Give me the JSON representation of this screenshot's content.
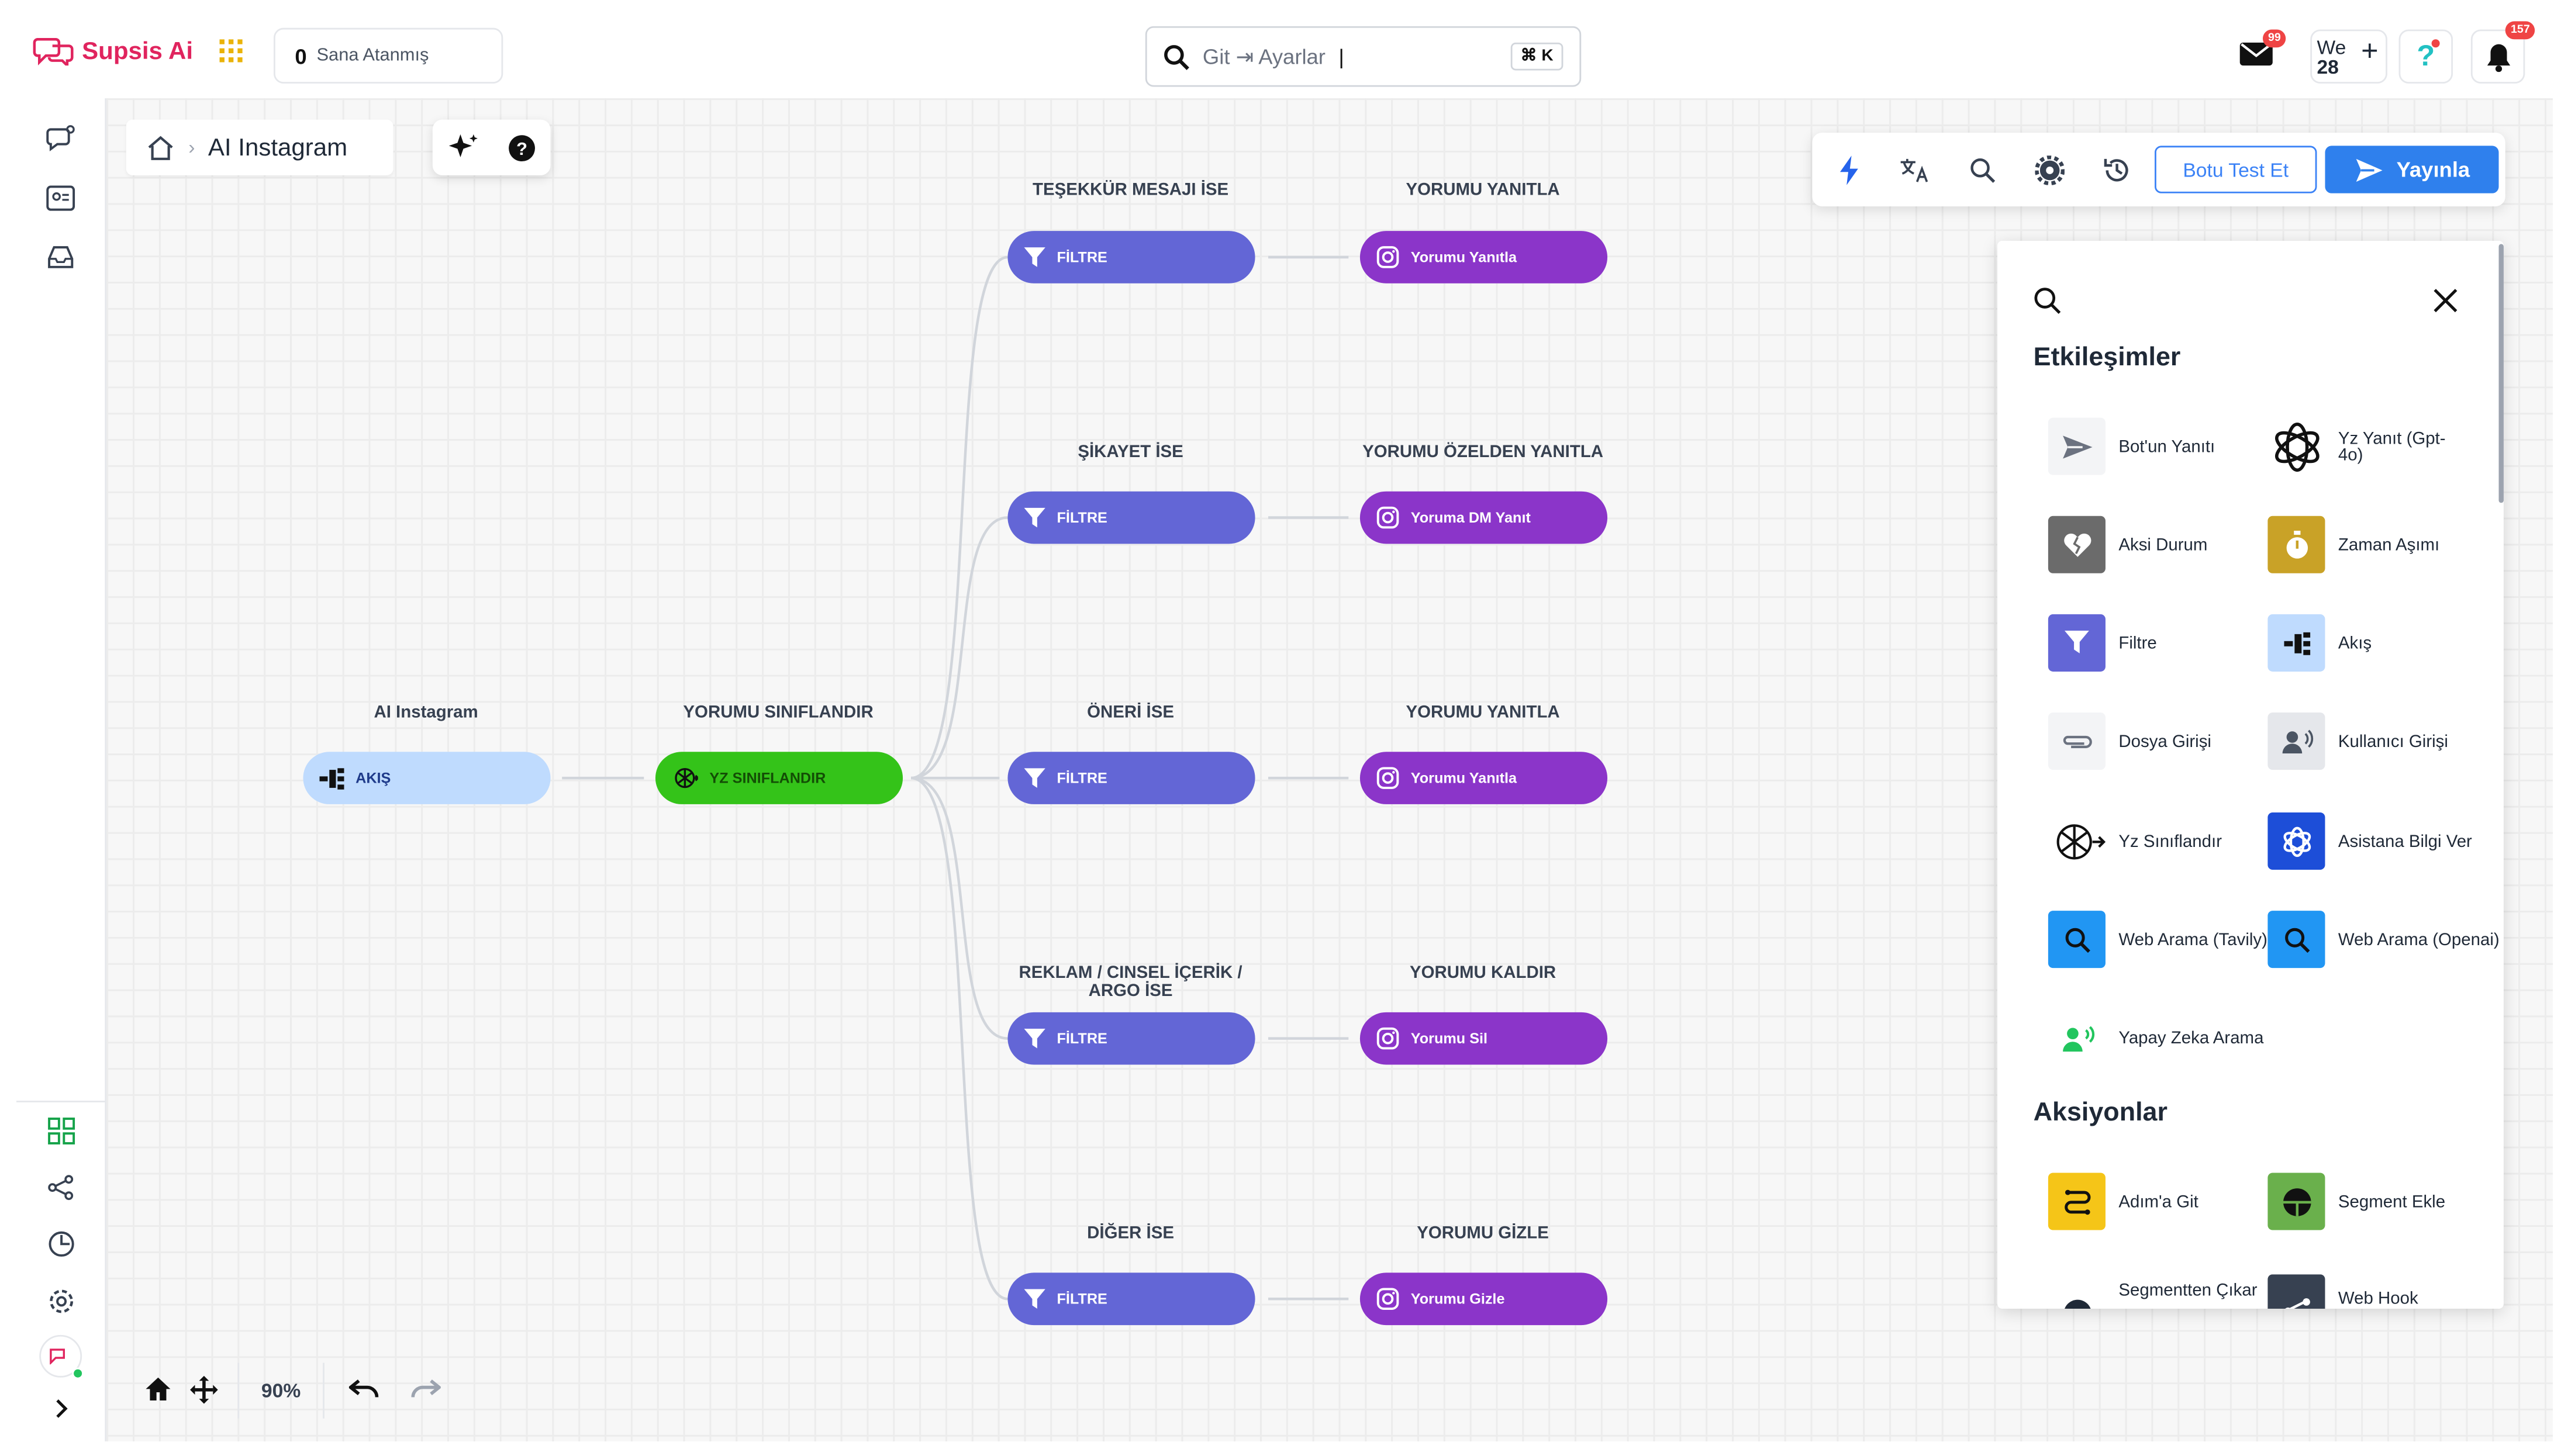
{
  "header": {
    "brand": "Supsis Ai",
    "assigned_count": "0",
    "assigned_label": "Sana Atanmış",
    "search_value": "Git ⇥ Ayarlar",
    "search_shortcut": "⌘ K",
    "mail_badge": "99",
    "we_label": "We",
    "we_count": "28",
    "notif_badge": "157"
  },
  "breadcrumb": {
    "page": "AI Instagram"
  },
  "toolbar": {
    "test_label": "Botu Test Et",
    "publish_label": "Yayınla"
  },
  "flow": {
    "root": {
      "title": "AI Instagram",
      "label": "AKIŞ"
    },
    "classifier": {
      "title": "YORUMU SINIFLANDIR",
      "label": "YZ SINIFLANDIR"
    },
    "branches": [
      {
        "filter_title": "TEŞEKKÜR MESAJI İSE",
        "filter_label": "FİLTRE",
        "action_title": "YORUMU YANITLA",
        "action_label": "Yorumu Yanıtla"
      },
      {
        "filter_title": "ŞİKAYET İSE",
        "filter_label": "FİLTRE",
        "action_title": "YORUMU ÖZELDEN YANITLA",
        "action_label": "Yoruma DM Yanıt"
      },
      {
        "filter_title": "ÖNERİ İSE",
        "filter_label": "FİLTRE",
        "action_title": "YORUMU YANITLA",
        "action_label": "Yorumu Yanıtla"
      },
      {
        "filter_title": "REKLAM / CINSEL İÇERİK / ARGO İSE",
        "filter_label": "FİLTRE",
        "action_title": "YORUMU KALDIR",
        "action_label": "Yorumu Sil"
      },
      {
        "filter_title": "DİĞER İSE",
        "filter_label": "FİLTRE",
        "action_title": "YORUMU GİZLE",
        "action_label": "Yorumu Gizle"
      }
    ]
  },
  "panel": {
    "section1": "Etkileşimler",
    "section2": "Aksiyonlar",
    "interactions": [
      {
        "label": "Bot'un Yanıtı",
        "icon": "send-icon"
      },
      {
        "label": "Yz Yanıt (Gpt-4o)",
        "icon": "openai-icon"
      },
      {
        "label": "Aksi Durum",
        "icon": "broken-heart-icon"
      },
      {
        "label": "Zaman Aşımı",
        "icon": "stopwatch-icon"
      },
      {
        "label": "Filtre",
        "icon": "filter-icon"
      },
      {
        "label": "Akış",
        "icon": "flow-icon"
      },
      {
        "label": "Dosya Girişi",
        "icon": "paperclip-icon"
      },
      {
        "label": "Kullanıcı Girişi",
        "icon": "user-input-icon"
      },
      {
        "label": "Yz Sınıflandır",
        "icon": "ai-classify-icon"
      },
      {
        "label": "Asistana Bilgi Ver",
        "icon": "assistant-icon"
      },
      {
        "label": "Web Arama (Tavily)",
        "icon": "search-icon"
      },
      {
        "label": "Web Arama (Openai)",
        "icon": "search-icon"
      },
      {
        "label": "Yapay Zeka Arama",
        "icon": "voice-search-icon"
      }
    ],
    "actions": [
      {
        "label": "Adım'a Git",
        "icon": "goto-step-icon"
      },
      {
        "label": "Segment Ekle",
        "icon": "segment-add-icon"
      },
      {
        "label": "Segmentten Çıkar",
        "icon": "segment-remove-icon"
      },
      {
        "label": "Web Hook",
        "icon": "share-icon"
      }
    ]
  },
  "zoom": {
    "level": "90%"
  },
  "colors": {
    "filter": "#6366d6",
    "instagram": "#8b35c9",
    "ai": "#34c319",
    "flow": "#bfdbfe",
    "primary": "#2f80ed"
  }
}
